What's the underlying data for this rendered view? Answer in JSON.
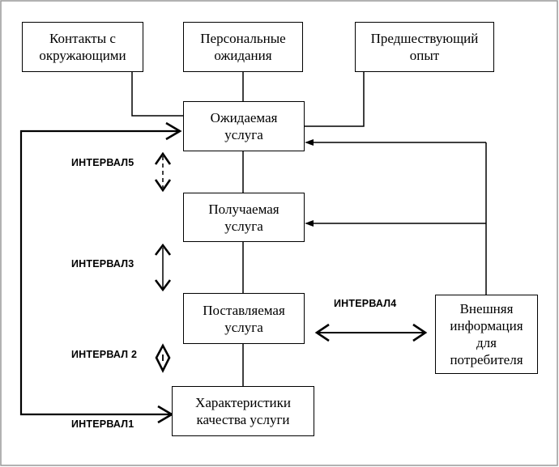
{
  "boxes": {
    "contacts": "Контакты с\nокружающими",
    "personal": "Персональные\nожидания",
    "experience": "Предшествующий\nопыт",
    "expected": "Ожидаемая\nуслуга",
    "received": "Получаемая\nуслуга",
    "delivered": "Поставляемая\nуслуга",
    "characteristics": "Характеристики\nкачества услуги",
    "external": "Внешняя\nинформация\nдля\nпотребителя"
  },
  "intervals": {
    "i5": "ИНТЕРВАЛ5",
    "i3": "ИНТЕРВАЛ3",
    "i2": "ИНТЕРВАЛ 2",
    "i4": "ИНТЕРВАЛ4",
    "i1": "ИНТЕРВАЛ1"
  }
}
